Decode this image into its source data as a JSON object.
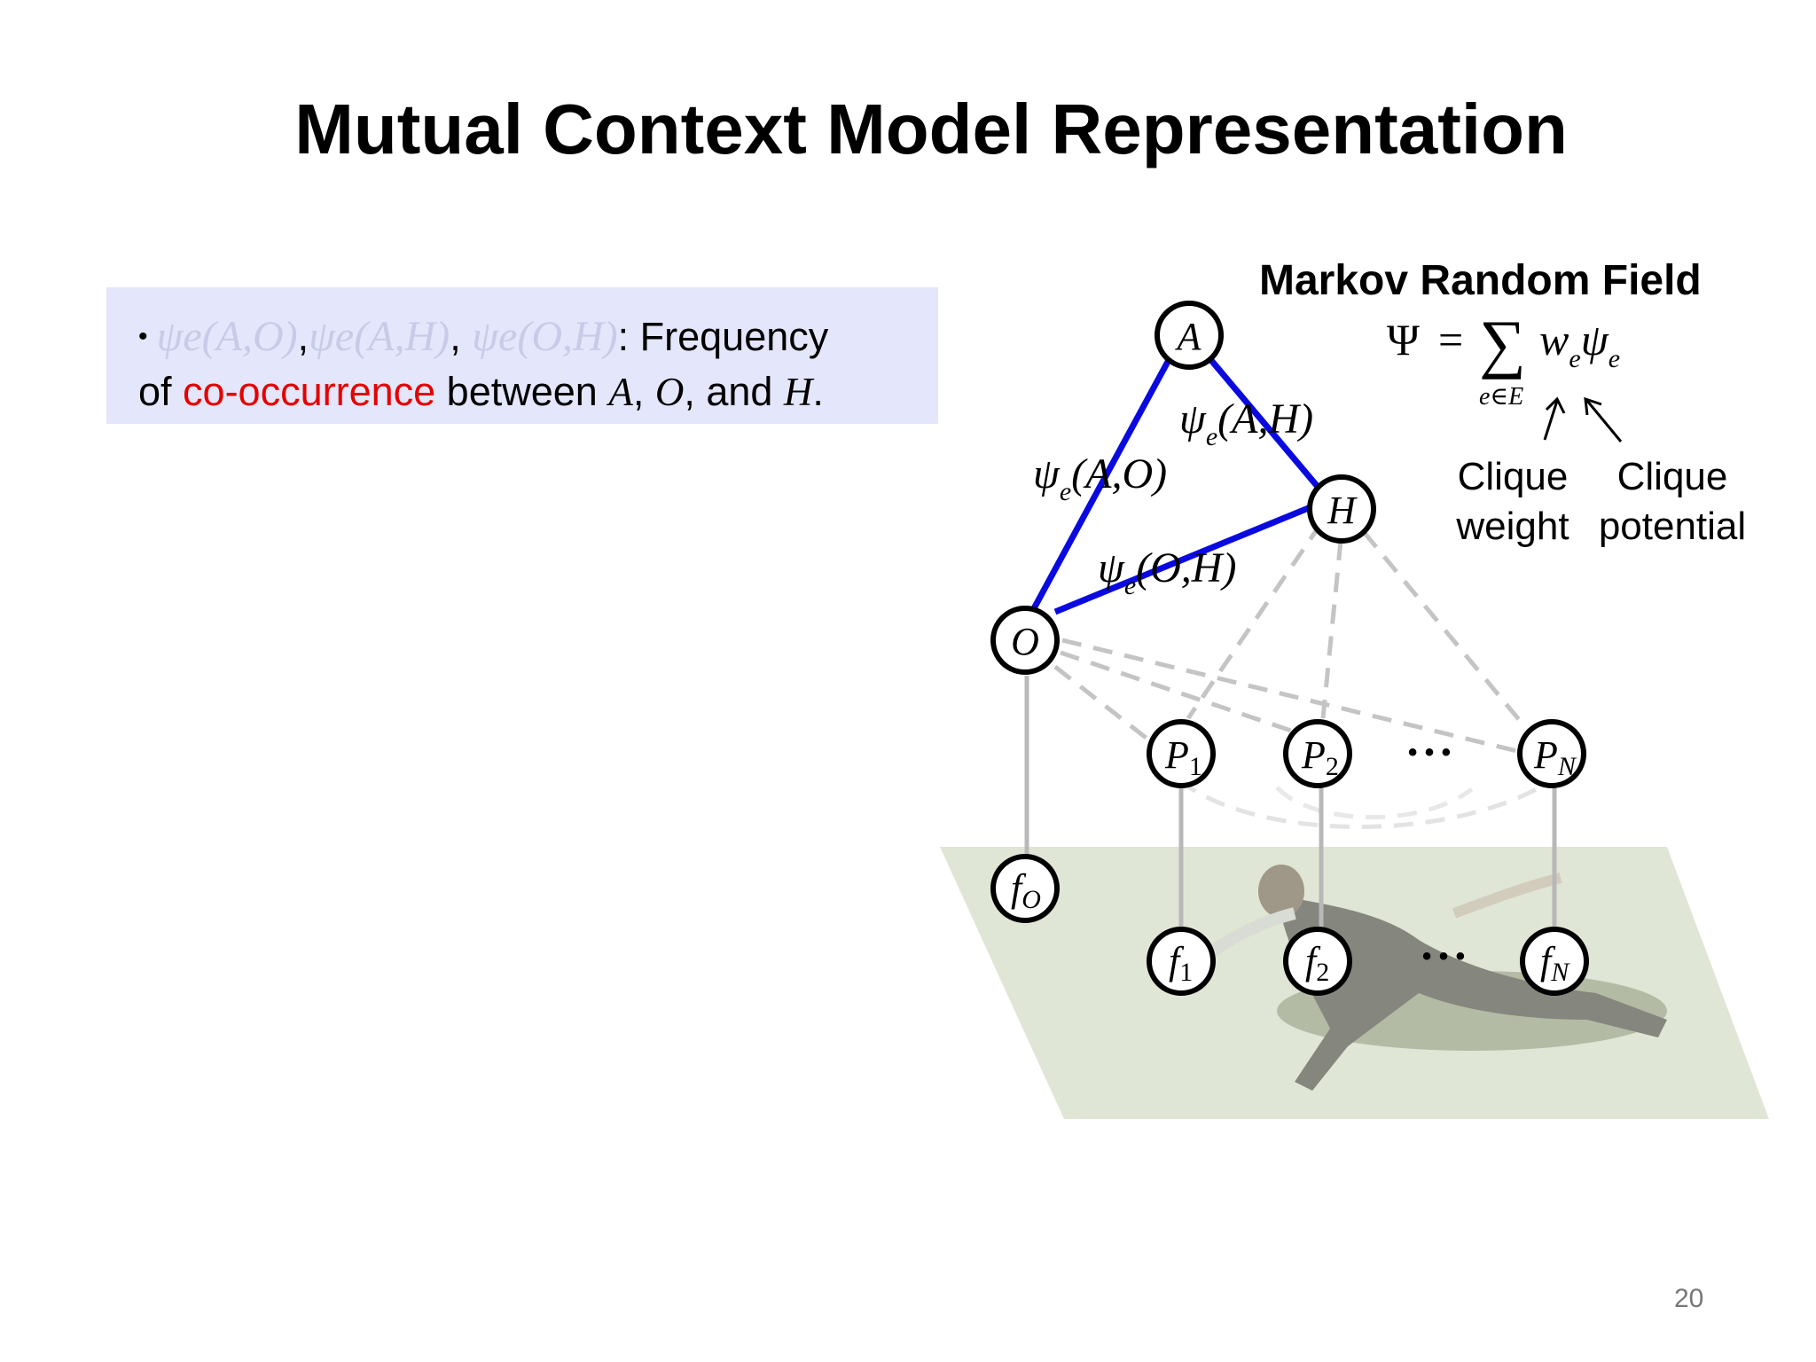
{
  "slide": {
    "title": "Mutual Context Model Representation",
    "page_number": "20"
  },
  "bullet": {
    "symbol": "•",
    "psi_AO": "ψe(A,O)",
    "psi_AH": "ψe(A,H)",
    "psi_OH": "ψe(O,H)",
    "comma": ",",
    "text_frequency": ": Frequency",
    "text_of": "of ",
    "highlight": "co-occurrence",
    "text_between": " between ",
    "var_A": "A",
    "sep1": ", ",
    "var_O": "O",
    "sep2": ", and ",
    "var_H": "H",
    "period": "."
  },
  "diagram": {
    "heading": "Markov Random Field",
    "formula_lhs": "Ψ",
    "formula_eq": "=",
    "formula_sum": "∑",
    "formula_subscript": "e∈E",
    "formula_w": "w",
    "formula_w_sub": "e",
    "formula_psi": "ψ",
    "formula_psi_sub": "e",
    "clique_weight_line1": "Clique",
    "clique_weight_line2": "weight",
    "clique_potential_line1": "Clique",
    "clique_potential_line2": "potential",
    "edge_AO_psi": "ψ",
    "edge_AO_sub": "e",
    "edge_AO_args": "(A,O)",
    "edge_AH_psi": "ψ",
    "edge_AH_sub": "e",
    "edge_AH_args": "(A,H)",
    "edge_OH_psi": "ψ",
    "edge_OH_sub": "e",
    "edge_OH_args": "(O,H)",
    "node_A": "A",
    "node_H": "H",
    "node_O": "O",
    "node_P": "P",
    "node_P1_sub": "1",
    "node_P2_sub": "2",
    "node_PN_sub": "N",
    "node_f": "f",
    "node_fO_sub": "O",
    "node_f1_sub": "1",
    "node_f2_sub": "2",
    "node_fN_sub": "N",
    "ellipsis": "• • •",
    "colors": {
      "strong_edge": "#0a0ae0",
      "weak_edge": "#c4c4c4",
      "ground_plane": "#dde3d0"
    }
  }
}
